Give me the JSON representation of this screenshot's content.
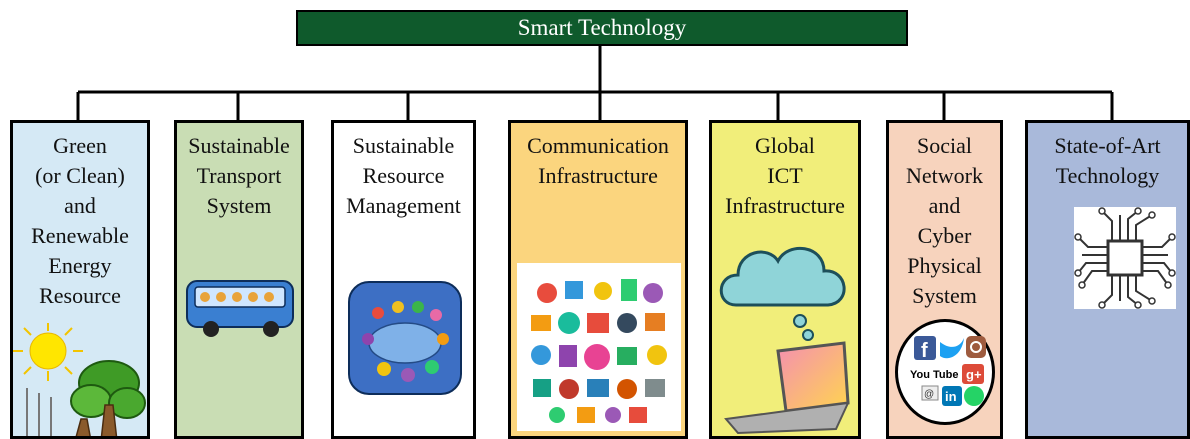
{
  "root": {
    "label": "Smart Technology"
  },
  "boxes": [
    {
      "label": "Green\n(or Clean)\nand\nRenewable\nEnergy\nResource",
      "color": "#d5e9f5",
      "illustration": "sun-trees-windmill"
    },
    {
      "label": "Sustainable\nTransport\nSystem",
      "color": "#c9ddb4",
      "illustration": "bus"
    },
    {
      "label": "Sustainable\nResource\nManagement",
      "color": "#ffffff",
      "illustration": "meeting-table"
    },
    {
      "label": "Communication\nInfrastructure",
      "color": "#fbd57e",
      "illustration": "icon-cloud"
    },
    {
      "label": "Global\nICT\nInfrastructure",
      "color": "#f1ee7a",
      "illustration": "cloud-laptop"
    },
    {
      "label": "Social\nNetwork\nand\nCyber\nPhysical\nSystem",
      "color": "#f7d3bd",
      "illustration": "social-media-logos"
    },
    {
      "label": "State-of-Art\nTechnology",
      "color": "#a9b9da",
      "illustration": "circuit-chip"
    }
  ],
  "social": {
    "youtube": "You Tube",
    "gplus": "g+",
    "at": "@",
    "linkedin": "in"
  }
}
